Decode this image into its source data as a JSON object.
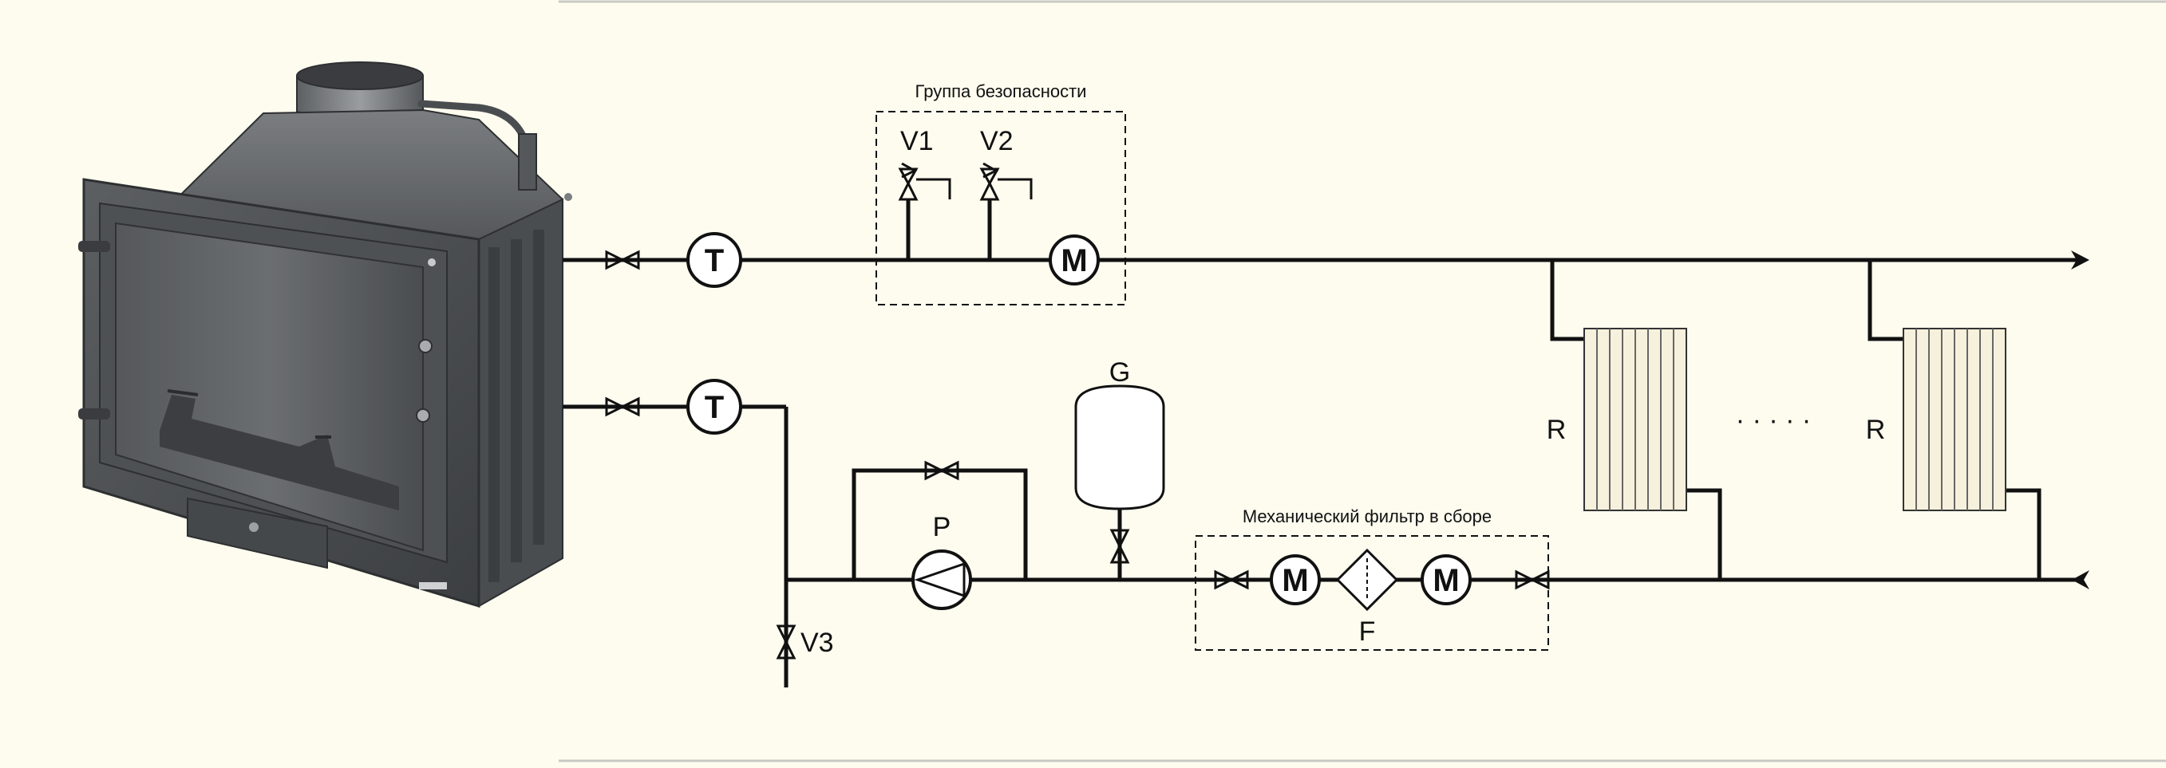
{
  "diagram": {
    "safety_group_label": "Группа безопасности",
    "filter_group_label": "Механический фильтр в сборе",
    "valve_v1": "V1",
    "valve_v2": "V2",
    "valve_v3": "V3",
    "thermometer_symbol": "T",
    "manometer_symbol": "M",
    "pump_label": "P",
    "expansion_tank_label": "G",
    "filter_label": "F",
    "radiator_label": "R",
    "ellipsis": "· · · · ·"
  },
  "colors": {
    "background": "#fdfcef",
    "line": "#111111",
    "fireplace_body": "#5a5d60",
    "radiator_fill": "#f6f1dd"
  }
}
